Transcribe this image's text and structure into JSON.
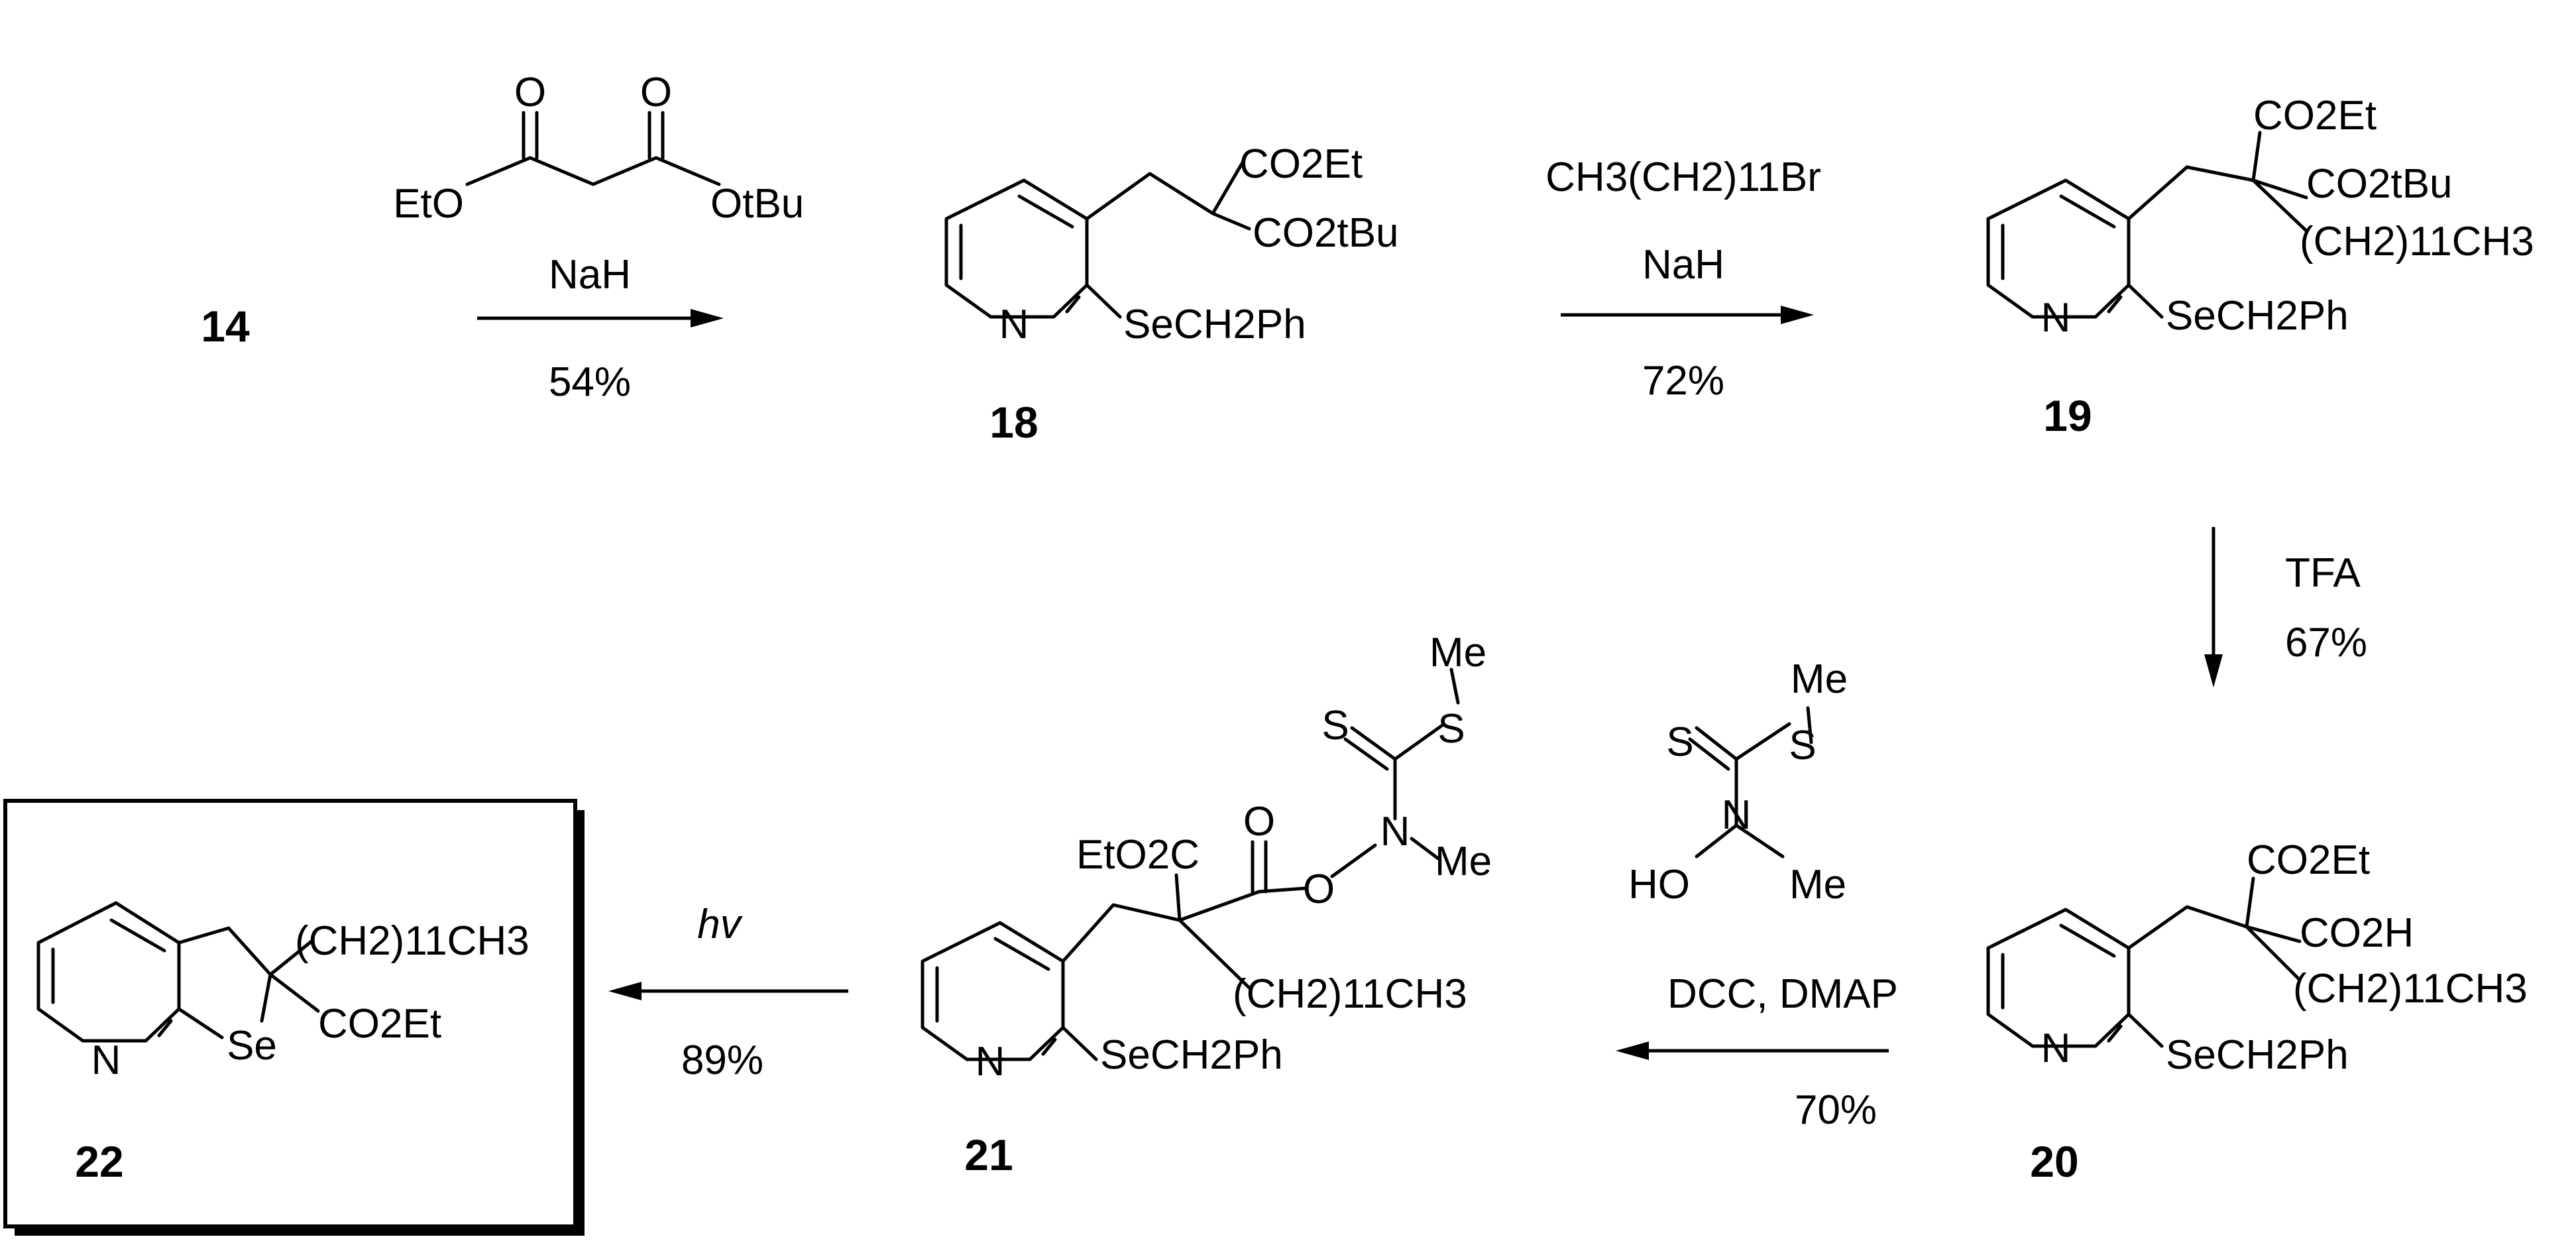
{
  "compounds": {
    "c14": {
      "number": "14"
    },
    "c18": {
      "number": "18",
      "substituents": {
        "co2et": "CO2Et",
        "co2tbu": "CO2tBu",
        "se": "SeCH2Ph",
        "n": "N"
      }
    },
    "c19": {
      "number": "19",
      "substituents": {
        "co2et": "CO2Et",
        "co2tbu": "CO2tBu",
        "chain": "(CH2)11CH3",
        "se": "SeCH2Ph",
        "n": "N"
      }
    },
    "c20": {
      "number": "20",
      "substituents": {
        "co2et": "CO2Et",
        "co2h": "CO2H",
        "chain": "(CH2)11CH3",
        "se": "SeCH2Ph",
        "n": "N"
      }
    },
    "c21": {
      "number": "21",
      "substituents": {
        "eto2c": "EtO2C",
        "o_carbonyl": "O",
        "o_ester": "O",
        "n": "N",
        "me_n": "Me",
        "s_thione": "S",
        "s_me": "S",
        "me_s": "Me",
        "chain": "(CH2)11CH3",
        "se": "SeCH2Ph",
        "n_py": "N"
      }
    },
    "c22": {
      "number": "22",
      "substituents": {
        "chain": "(CH2)11CH3",
        "co2et": "CO2Et",
        "se": "Se",
        "n": "N"
      }
    }
  },
  "steps": [
    {
      "id": "step1",
      "reagent_struct": {
        "eto": "EtO",
        "otbu": "OtBu",
        "o1": "O",
        "o2": "O"
      },
      "reagent": "NaH",
      "yield": "54%"
    },
    {
      "id": "step2",
      "reagent_top": "CH3(CH2)11Br",
      "reagent": "NaH",
      "yield": "72%"
    },
    {
      "id": "step3",
      "reagent": "TFA",
      "yield": "67%"
    },
    {
      "id": "step4",
      "reagent_struct": {
        "me_s": "Me",
        "s_me": "S",
        "s_thione": "S",
        "n": "N",
        "ho": "HO",
        "me_n": "Me"
      },
      "reagent": "DCC, DMAP",
      "yield": "70%"
    },
    {
      "id": "step5",
      "reagent": "hv",
      "yield": "89%"
    }
  ]
}
